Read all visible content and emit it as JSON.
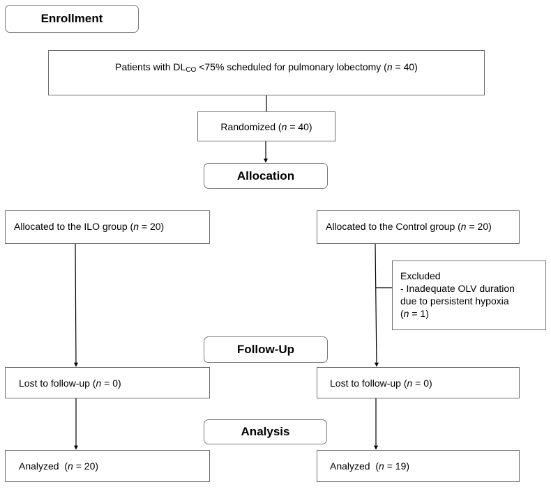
{
  "stages": {
    "enrollment": "Enrollment",
    "allocation": "Allocation",
    "follow_up": "Follow-Up",
    "analysis": "Analysis"
  },
  "eligible": {
    "prefix": "Patients with DL",
    "subscript": "CO",
    "suffix": " <75% scheduled for pulmonary lobectomy (",
    "n_label": "n",
    "n_value": " = 40)"
  },
  "randomized": {
    "prefix": "Randomized (",
    "n_label": "n",
    "n_value": " = 40)"
  },
  "ilo_group": {
    "allocated": {
      "prefix": "Allocated to the ILO group (",
      "n_label": "n",
      "n_value": " = 20)"
    },
    "lost": {
      "prefix": "Lost to follow-up (",
      "n_label": "n",
      "n_value": " = 0)"
    },
    "analyzed": {
      "prefix": "Analyzed  (",
      "n_label": "n",
      "n_value": " = 20)"
    }
  },
  "control_group": {
    "allocated": {
      "prefix": "Allocated to the Control group (",
      "n_label": "n",
      "n_value": " = 20)"
    },
    "excluded": {
      "title": "Excluded",
      "line1": "- Inadequate OLV duration",
      "line2": "due to persistent hypoxia",
      "n_prefix": "(",
      "n_label": "n",
      "n_value": " = 1)"
    },
    "lost": {
      "prefix": "Lost to follow-up (",
      "n_label": "n",
      "n_value": " = 0)"
    },
    "analyzed": {
      "prefix": "Analyzed  (",
      "n_label": "n",
      "n_value": " = 19)"
    }
  }
}
